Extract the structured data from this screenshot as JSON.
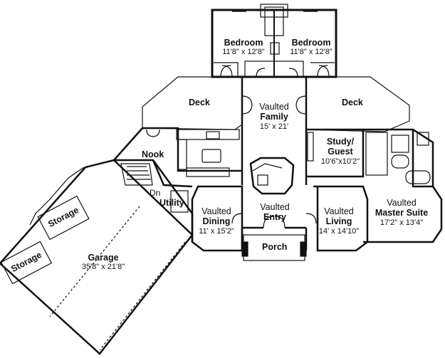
{
  "rooms": {
    "bedroom_left": {
      "name": "Bedroom",
      "dims": "11'8\" x 12'8\""
    },
    "bedroom_right": {
      "name": "Bedroom",
      "dims": "11'8\" x 12'8\""
    },
    "deck_left": {
      "name": "Deck"
    },
    "deck_right": {
      "name": "Deck"
    },
    "family": {
      "vaulted": "Vaulted",
      "name": "Family",
      "dims": "15' x 21'"
    },
    "nook": {
      "name": "Nook"
    },
    "study": {
      "name": "Study/",
      "name2": "Guest",
      "dims": "10'6\"x10'2\""
    },
    "dn": {
      "name": "Dn"
    },
    "utility": {
      "name": "Utility"
    },
    "dining": {
      "vaulted": "Vaulted",
      "name": "Dining",
      "dims": "11' x 15'2\""
    },
    "entry": {
      "vaulted": "Vaulted",
      "name": "Entry"
    },
    "living": {
      "vaulted": "Vaulted",
      "name": "Living",
      "dims": "14' x 14'10\""
    },
    "master": {
      "vaulted": "Vaulted",
      "name": "Master Suite",
      "dims": "17'2\" x 13'4\""
    },
    "porch": {
      "name": "Porch"
    },
    "storage_upper": {
      "name": "Storage"
    },
    "storage_lower": {
      "name": "Storage"
    },
    "garage": {
      "name": "Garage",
      "dims": "35'8\" x 21'8\""
    }
  }
}
